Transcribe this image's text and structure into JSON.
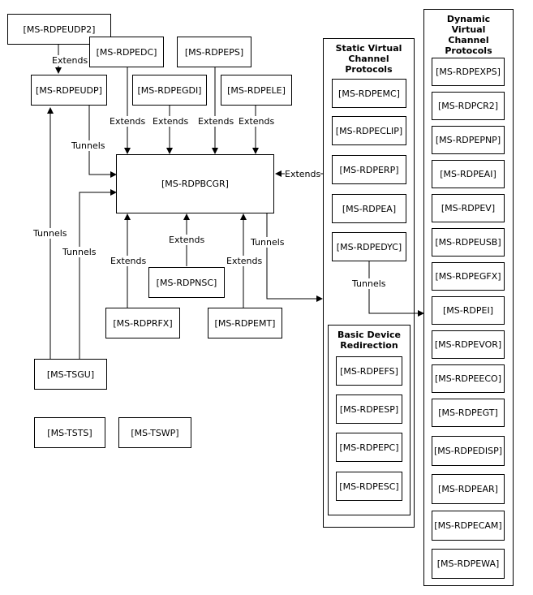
{
  "boxes": {
    "rdpeudp2": "[MS-RDPEUDP2]",
    "rdpeudp": "[MS-RDPEUDP]",
    "rdpedc": "[MS-RDPEDC]",
    "rdpeps": "[MS-RDPEPS]",
    "rdpegdi": "[MS-RDPEGDI]",
    "rdpele": "[MS-RDPELE]",
    "rdpbcgr": "[MS-RDPBCGR]",
    "rdpnsc": "[MS-RDPNSC]",
    "rdprfx": "[MS-RDPRFX]",
    "rdpemt": "[MS-RDPEMT]",
    "tsgu": "[MS-TSGU]",
    "tsts": "[MS-TSTS]",
    "tswp": "[MS-TSWP]"
  },
  "static_group": {
    "title": "Static Virtual\nChannel\nProtocols",
    "items": [
      "[MS-RDPEMC]",
      "[MS-RDPECLIP]",
      "[MS-RDPERP]",
      "[MS-RDPEA]",
      "[MS-RDPEDYC]"
    ]
  },
  "basic_group": {
    "title": "Basic Device\nRedirection",
    "items": [
      "[MS-RDPEFS]",
      "[MS-RDPESP]",
      "[MS-RDPEPC]",
      "[MS-RDPESC]"
    ]
  },
  "dynamic_group": {
    "title": "Dynamic\nVirtual\nChannel\nProtocols",
    "items": [
      "[MS-RDPEXPS]",
      "[MS-RDPCR2]",
      "[MS-RDPEPNP]",
      "[MS-RDPEAI]",
      "[MS-RDPEV]",
      "[MS-RDPEUSB]",
      "[MS-RDPEGFX]",
      "[MS-RDPEI]",
      "[MS-RDPEVOR]",
      "[MS-RDPEECO]",
      "[MS-RDPEGT]",
      "[MS-RDPEDISP]",
      "[MS-RDPEAR]",
      "[MS-RDPECAM]",
      "[MS-RDPEWA]"
    ]
  },
  "labels": {
    "extends_udp2": "Extends",
    "extends_dc": "Extends",
    "extends_gdi": "Extends",
    "extends_ps": "Extends",
    "extends_le": "Extends",
    "extends_static": "Extends",
    "extends_nsc": "Extends",
    "extends_rfx": "Extends",
    "extends_mt": "Extends",
    "tunnels_udp": "Tunnels",
    "tunnels_tsgu1": "Tunnels",
    "tunnels_tsgu2": "Tunnels",
    "tunnels_bcgr": "Tunnels",
    "tunnels_dyc": "Tunnels"
  }
}
